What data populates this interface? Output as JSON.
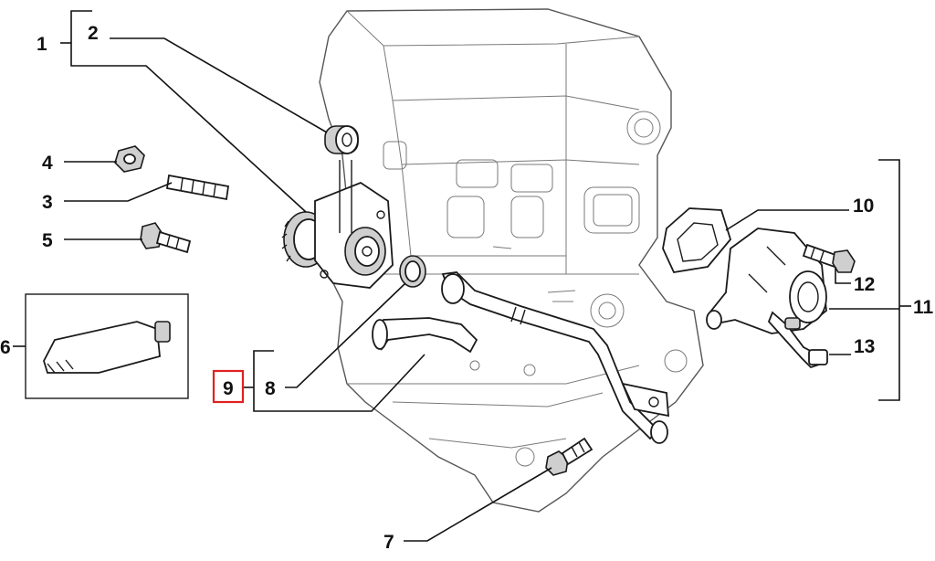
{
  "callouts": {
    "c1": "1",
    "c2": "2",
    "c3": "3",
    "c4": "4",
    "c5": "5",
    "c6": "6",
    "c7": "7",
    "c8": "8",
    "c9": "9",
    "c10": "10",
    "c11": "11",
    "c12": "12",
    "c13": "13"
  },
  "highlight": {
    "callout": "9",
    "color": "#e02020"
  }
}
